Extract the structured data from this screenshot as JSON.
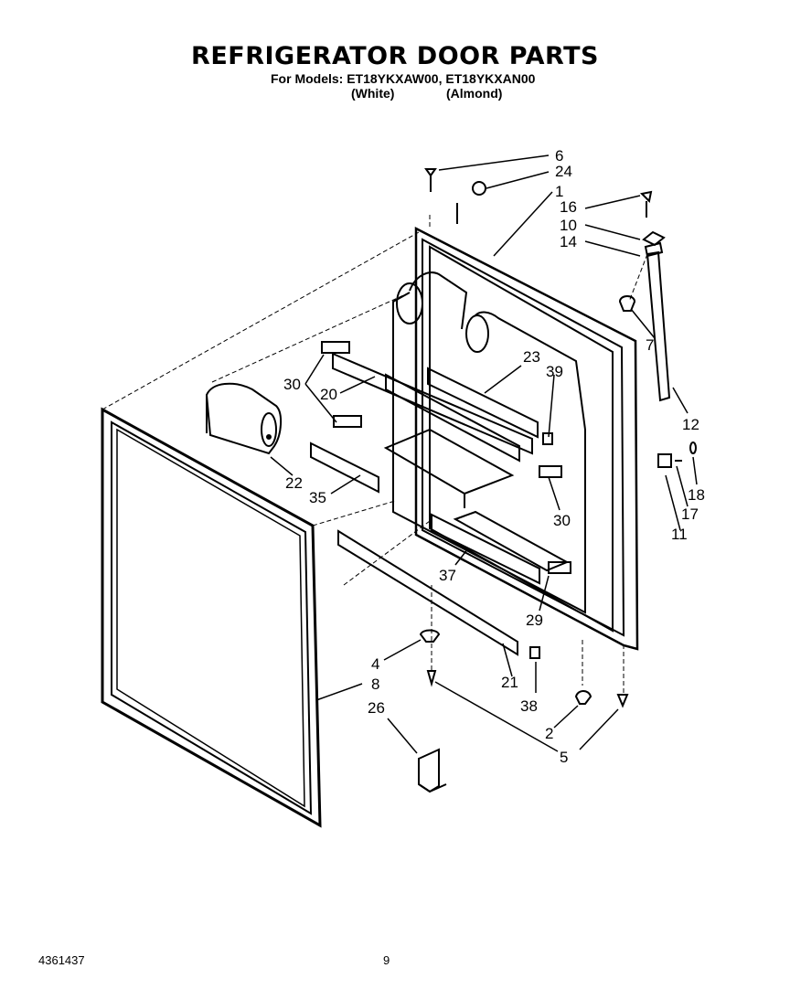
{
  "header": {
    "title": "REFRIGERATOR DOOR PARTS",
    "models_line": "For Models: ET18YKXAW00, ET18YKXAN00",
    "variant_white": "(White)",
    "variant_almond": "(Almond)"
  },
  "callouts": [
    "6",
    "24",
    "1",
    "16",
    "10",
    "14",
    "7",
    "12",
    "30",
    "20",
    "23",
    "39",
    "22",
    "35",
    "30",
    "37",
    "29",
    "18",
    "17",
    "11",
    "4",
    "8",
    "21",
    "38",
    "26",
    "2",
    "5"
  ],
  "footer": {
    "doc_number": "4361437",
    "page_number": "9"
  }
}
